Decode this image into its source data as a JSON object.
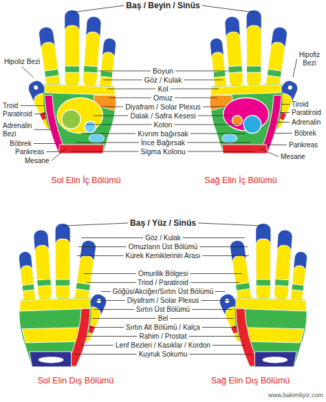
{
  "diagram": {
    "labels": [
      "Baş / Beyin / Sinüs",
      "Hipoliz Bezi",
      "Hipofiz Bezi",
      "Boyun",
      "Göz / Kulak",
      "Kol",
      "Omuz",
      "Diyafram / Solar Plexus",
      "Dalak / Safra Kesesi",
      "Kolon",
      "Kıvrım bağırsak",
      "İnce Bağırsak",
      "Sigma Kolonu",
      "Troid",
      "Paratiroid",
      "Adrenalin Bezi",
      "Böbrek",
      "Pankreas",
      "Mesane",
      "Tiroid",
      "Paratiroid",
      "Adrenalin",
      "Böbrek",
      "Pankreas",
      "Mesane",
      "Sol Elin İç Bölümü",
      "Sağ Elin İç Bölümü",
      "Baş / Yüz / Sinüs",
      "Göz / Kulak",
      "Omuzların Üst Bölümü",
      "Kürek Kemiklerinin Arası",
      "Omurilik Bölgesi",
      "Triod / Paratiroid",
      "Göğüs/Akciğer/Sırtın Üst Bölümü",
      "Diyafram / Solar Plexus",
      "Sırtın Üst Bölümü",
      "Bel",
      "Sırtın Alt Bölümü / Kalça",
      "Rahim / Prostat",
      "Lenf Bezleri / Kasıklar / Kordon",
      "Kuyruk Sokumu",
      "Sol Elin Dış Bölümü",
      "Sağ Elin Dış Bölümü",
      "www.bakimliyiz.com"
    ]
  }
}
